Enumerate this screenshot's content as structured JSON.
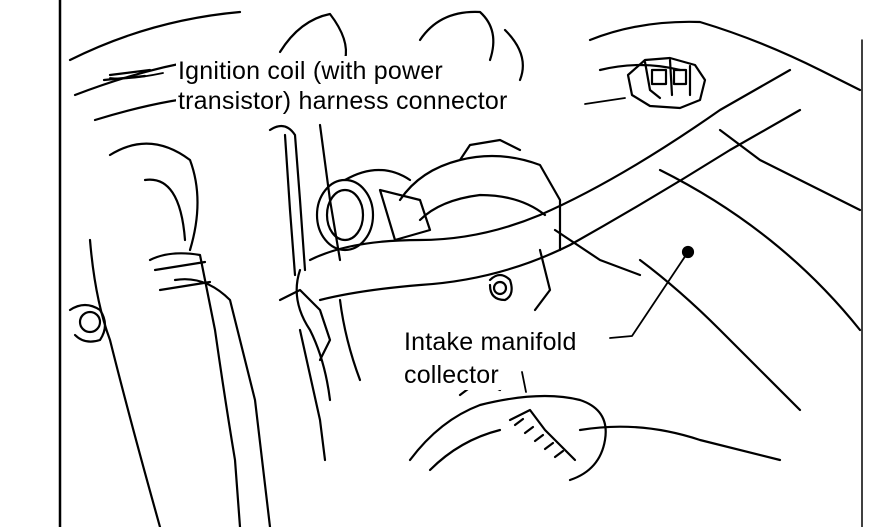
{
  "labels": {
    "ignition_coil_connector": {
      "line1": "Ignition coil (with power",
      "line2": "transistor) harness connector"
    },
    "intake_manifold_collector": {
      "line1": "Intake manifold",
      "line2": "collector"
    }
  },
  "colors": {
    "ink": "#000000",
    "paper": "#ffffff"
  }
}
